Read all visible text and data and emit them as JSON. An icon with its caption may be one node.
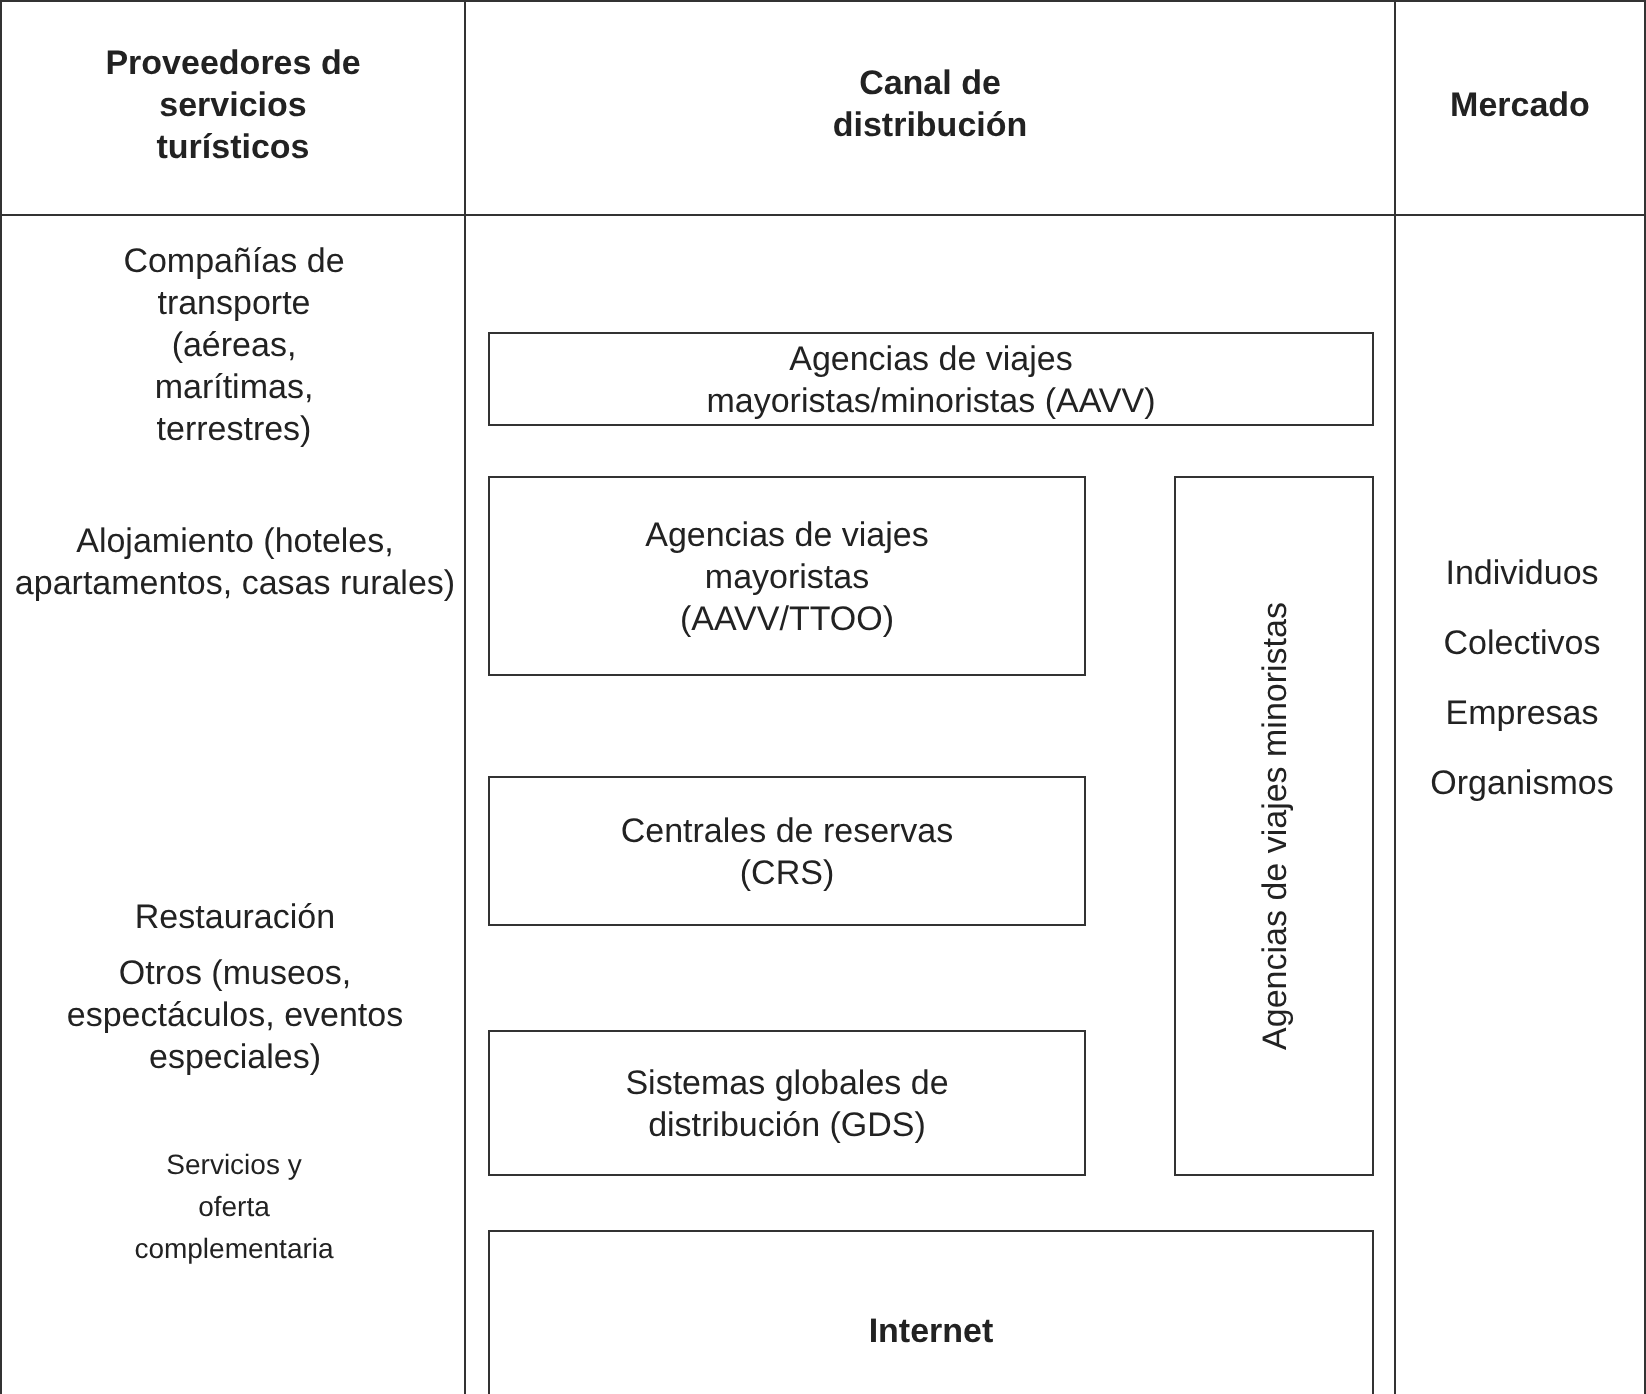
{
  "diagram": {
    "nodes": [
      {
        "text": [
          "Proveedores de servicios turísticos"
        ]
      },
      {
        "text": [
          "Canal de distribución"
        ]
      },
      {
        "text": [
          "Mercado"
        ]
      },
      {
        "text": [
          "Compañías de transporte (aéreas, marítimas, terrestres)",
          "Alojamiento (hoteles, apartamentos, casas rurales)",
          "Restauración",
          "Otros (museos, espectáculos, eventos especiales)",
          "Servicios y oferta complementaria"
        ]
      },
      {
        "text": [],
        "shape": "box"
      },
      {
        "text": [
          "Agencias de viajes mayoristas/minoristas (AAVV)"
        ],
        "in": 4
      },
      {
        "text": [
          "Agencias de viajes mayoristas (AAVV/TTOO)"
        ],
        "in": 4
      },
      {
        "text": [
          "Agencias de viajes minoristas"
        ],
        "in": 4
      },
      {
        "text": [
          "Centrales de reservas (CRS)"
        ],
        "in": 4
      },
      {
        "text": [
          "Sistemas globales de distribución (GDS)"
        ],
        "in": 4
      },
      {
        "text": [
          "Internet"
        ],
        "in": 4
      },
      {
        "text": [
          "Individuos",
          "Colectivos",
          "Empresas",
          "Organismos"
        ]
      }
    ],
    "edges": []
  }
}
